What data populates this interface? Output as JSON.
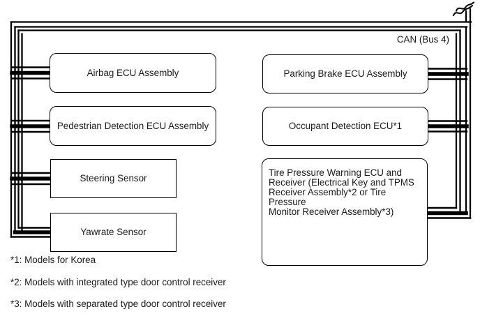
{
  "diagram": {
    "bus_label": "CAN (Bus 4)",
    "line_color": "#000000",
    "background": "#ffffff",
    "nodes": [
      {
        "id": "airbag-ecu",
        "label": "Airbag ECU Assembly",
        "shape": "rounded",
        "column": "left"
      },
      {
        "id": "pedestrian-detection-ecu",
        "label": "Pedestrian Detection ECU Assembly",
        "shape": "rounded",
        "column": "left"
      },
      {
        "id": "steering-sensor",
        "label": "Steering Sensor",
        "shape": "square",
        "column": "left"
      },
      {
        "id": "yawrate-sensor",
        "label": "Yawrate Sensor",
        "shape": "square",
        "column": "left"
      },
      {
        "id": "parking-brake-ecu",
        "label": "Parking Brake ECU Assembly",
        "shape": "rounded",
        "column": "right"
      },
      {
        "id": "occupant-detection-ecu",
        "label": "Occupant Detection ECU*1",
        "shape": "rounded",
        "column": "right"
      },
      {
        "id": "tire-pressure-warning-ecu",
        "label": "Tire Pressure Warning ECU and\nReceiver (Electrical Key and TPMS\nReceiver Assembly*2 or Tire Pressure\nMonitor Receiver Assembly*3)",
        "shape": "rounded",
        "column": "right"
      }
    ],
    "footnotes": [
      "*1: Models for Korea",
      "*2: Models with integrated type door control receiver",
      "*3: Models with separated type door control receiver"
    ]
  }
}
